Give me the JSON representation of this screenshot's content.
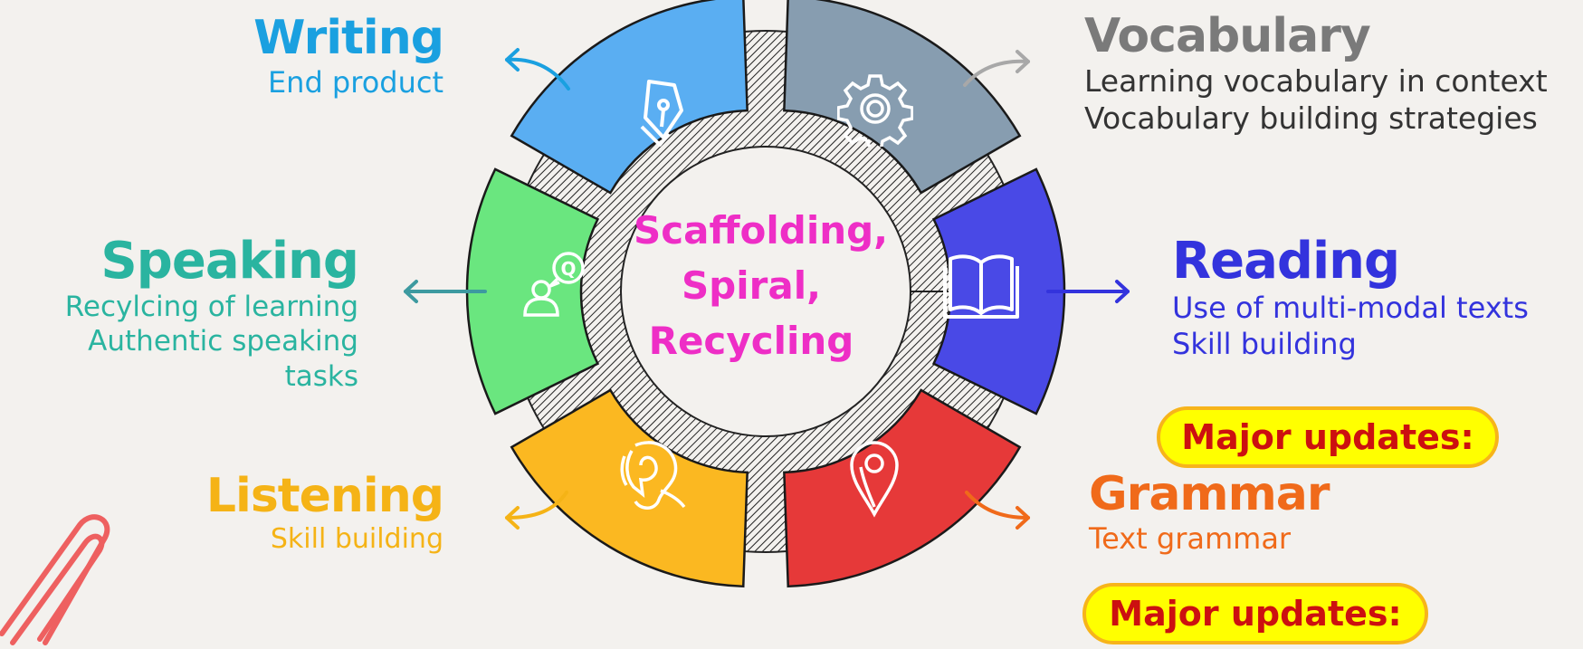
{
  "center": [
    "Scaffolding,",
    "Spiral,",
    "Recycling"
  ],
  "writing": {
    "title": "Writing",
    "lines": [
      "End product"
    ],
    "color": "#1aa0e0",
    "icon": "pen-nib-icon"
  },
  "vocabulary": {
    "title": "Vocabulary",
    "lines": [
      "Learning vocabulary in context",
      "Vocabulary building strategies"
    ],
    "color": "#6e6e6e",
    "icon": "gear-icon"
  },
  "speaking": {
    "title": "Speaking",
    "lines": [
      "Recylcing of learning",
      "Authentic speaking tasks"
    ],
    "color": "#2ab4a0",
    "icon": "speaker-question-icon"
  },
  "reading": {
    "title": "Reading",
    "lines": [
      "Use of multi-modal texts",
      "Skill building"
    ],
    "badge": "Major updates:",
    "color": "#3333dd",
    "icon": "open-book-icon"
  },
  "listening": {
    "title": "Listening",
    "lines": [
      "Skill building"
    ],
    "color": "#f5b316",
    "icon": "ear-icon"
  },
  "grammar": {
    "title": "Grammar",
    "lines": [
      "Text grammar"
    ],
    "badge": "Major updates:",
    "color": "#f06a1a",
    "icon": "location-pin-icon"
  },
  "colors": {
    "writing_seg": "#5aaef2",
    "vocabulary_seg": "#879db0",
    "reading_seg": "#4949e6",
    "grammar_seg": "#e63939",
    "listening_seg": "#fbb821",
    "speaking_seg": "#6ae67f",
    "center_text": "#ee2ec6",
    "badge_fill": "#ffff00",
    "badge_border": "#f7b41a",
    "badge_text": "#cc1010",
    "paperclip": "#ee6060"
  }
}
